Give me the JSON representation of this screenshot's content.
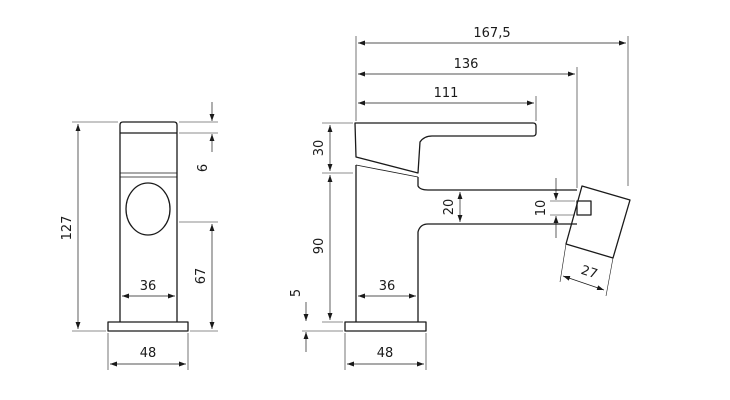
{
  "dimensions": {
    "front_height_total": "127",
    "front_top_gap": "6",
    "front_lower_height": "67",
    "front_body_width": "36",
    "front_base_width": "48",
    "side_total_length": "167,5",
    "side_length_2": "136",
    "side_handle_length": "111",
    "side_handle_height": "30",
    "side_body_height": "90",
    "side_base_height": "5",
    "side_spout_thickness": "20",
    "side_aerator_height": "10",
    "side_aerator_width": "27",
    "side_body_width": "36",
    "side_base_width": "48"
  }
}
